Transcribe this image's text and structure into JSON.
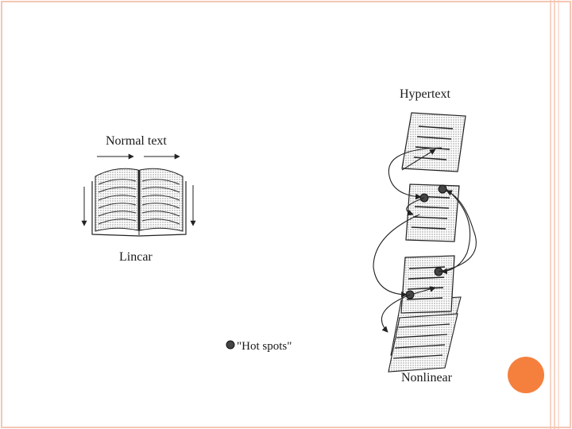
{
  "slide": {
    "border_color": "#f5c7b3",
    "accent_circle_color": "#f5803e"
  },
  "diagram": {
    "normal_text_label": "Normal text",
    "linear_label": "Lincar",
    "hypertext_label": "Hypertext",
    "nonlinear_label": "Nonlinear",
    "hot_spots_label": "\"Hot spots\""
  }
}
